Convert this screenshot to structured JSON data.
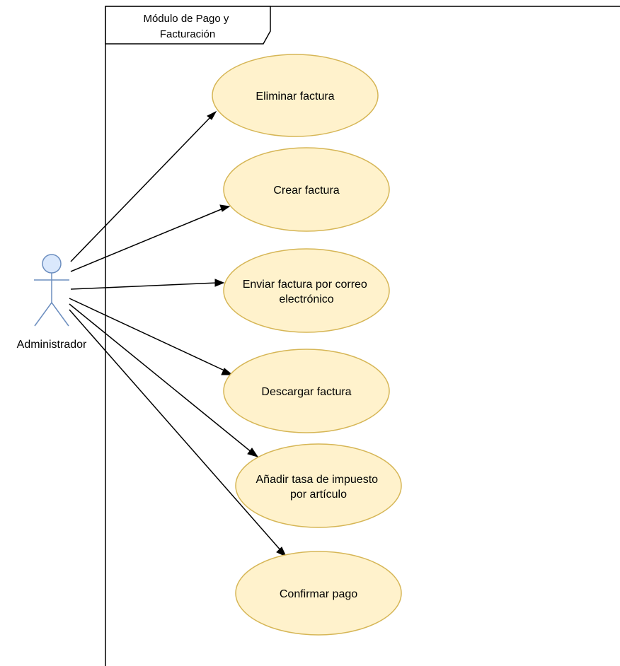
{
  "diagram": {
    "type": "uml-use-case",
    "system_boundary": {
      "title_lines": [
        "Módulo de Pago y",
        "Facturación"
      ]
    },
    "actor": {
      "name": "Administrador"
    },
    "use_cases": [
      {
        "id": "uc1",
        "label_lines": [
          "Eliminar factura"
        ]
      },
      {
        "id": "uc2",
        "label_lines": [
          "Crear factura"
        ]
      },
      {
        "id": "uc3",
        "label_lines": [
          "Enviar factura por correo",
          "electrónico"
        ]
      },
      {
        "id": "uc4",
        "label_lines": [
          "Descargar factura"
        ]
      },
      {
        "id": "uc5",
        "label_lines": [
          "Añadir tasa de impuesto",
          "por artículo"
        ]
      },
      {
        "id": "uc6",
        "label_lines": [
          "Confirmar pago"
        ]
      }
    ],
    "associations": [
      {
        "from": "actor",
        "to": "uc1"
      },
      {
        "from": "actor",
        "to": "uc2"
      },
      {
        "from": "actor",
        "to": "uc3"
      },
      {
        "from": "actor",
        "to": "uc4"
      },
      {
        "from": "actor",
        "to": "uc5"
      },
      {
        "from": "actor",
        "to": "uc6"
      }
    ],
    "colors": {
      "usecase_fill": "#fff2cc",
      "usecase_stroke": "#d6b656",
      "actor_fill": "#dae8fc",
      "actor_stroke": "#6c8ebf",
      "line": "#000000"
    }
  }
}
